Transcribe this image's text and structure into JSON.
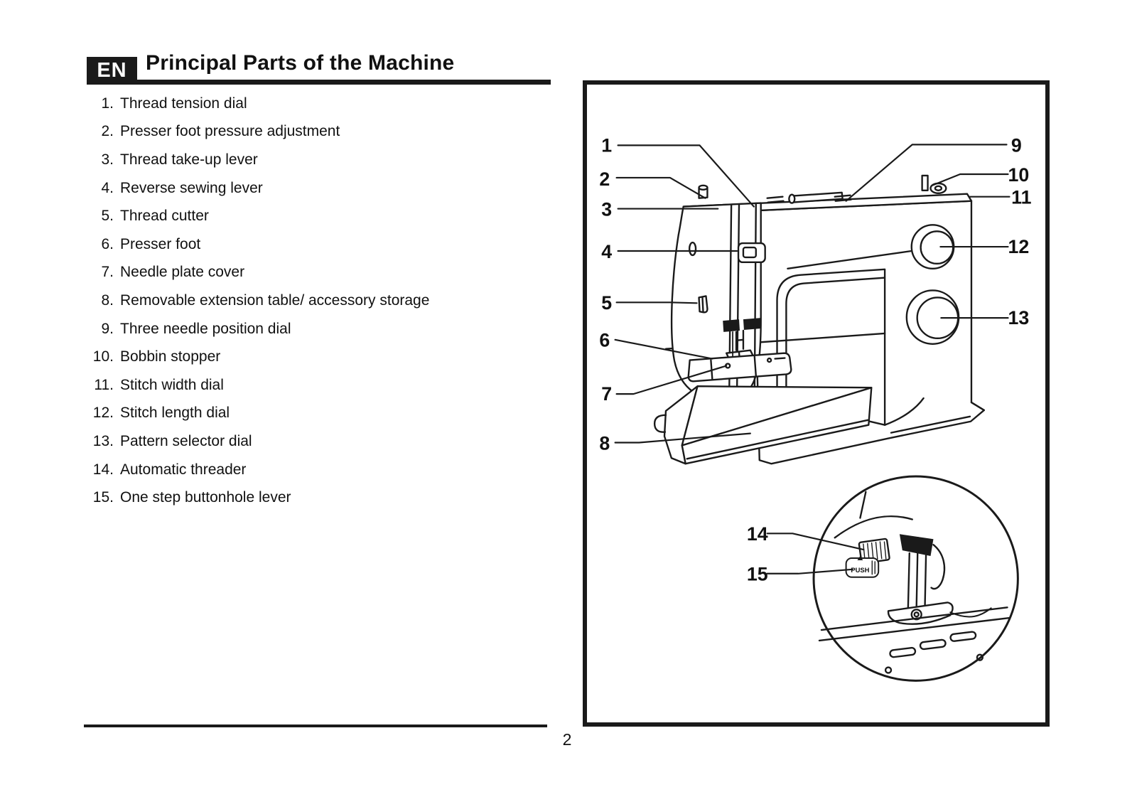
{
  "page": {
    "language_badge": "EN",
    "title": "Principal Parts of the Machine",
    "page_number": "2"
  },
  "parts_list": [
    {
      "num": "1.",
      "label": "Thread tension dial"
    },
    {
      "num": "2.",
      "label": "Presser foot pressure adjustment"
    },
    {
      "num": "3.",
      "label": "Thread take-up lever"
    },
    {
      "num": "4.",
      "label": "Reverse sewing lever"
    },
    {
      "num": "5.",
      "label": "Thread cutter"
    },
    {
      "num": "6.",
      "label": "Presser foot"
    },
    {
      "num": "7.",
      "label": "Needle plate cover"
    },
    {
      "num": "8.",
      "label": "Removable extension table/ accessory storage"
    },
    {
      "num": "9.",
      "label": "Three needle position dial"
    },
    {
      "num": "10.",
      "label": "Bobbin stopper"
    },
    {
      "num": "11.",
      "label": "Stitch width dial"
    },
    {
      "num": "12.",
      "label": "Stitch length dial"
    },
    {
      "num": "13.",
      "label": "Pattern selector dial"
    },
    {
      "num": "14.",
      "label": "Automatic threader"
    },
    {
      "num": "15.",
      "label": "One step buttonhole lever"
    }
  ],
  "diagram": {
    "push_label": "PUSH",
    "callouts": [
      {
        "label": "1"
      },
      {
        "label": "2"
      },
      {
        "label": "3"
      },
      {
        "label": "4"
      },
      {
        "label": "5"
      },
      {
        "label": "6"
      },
      {
        "label": "7"
      },
      {
        "label": "8"
      },
      {
        "label": "9"
      },
      {
        "label": "10"
      },
      {
        "label": "11"
      },
      {
        "label": "12"
      },
      {
        "label": "13"
      },
      {
        "label": "14"
      },
      {
        "label": "15"
      }
    ]
  }
}
